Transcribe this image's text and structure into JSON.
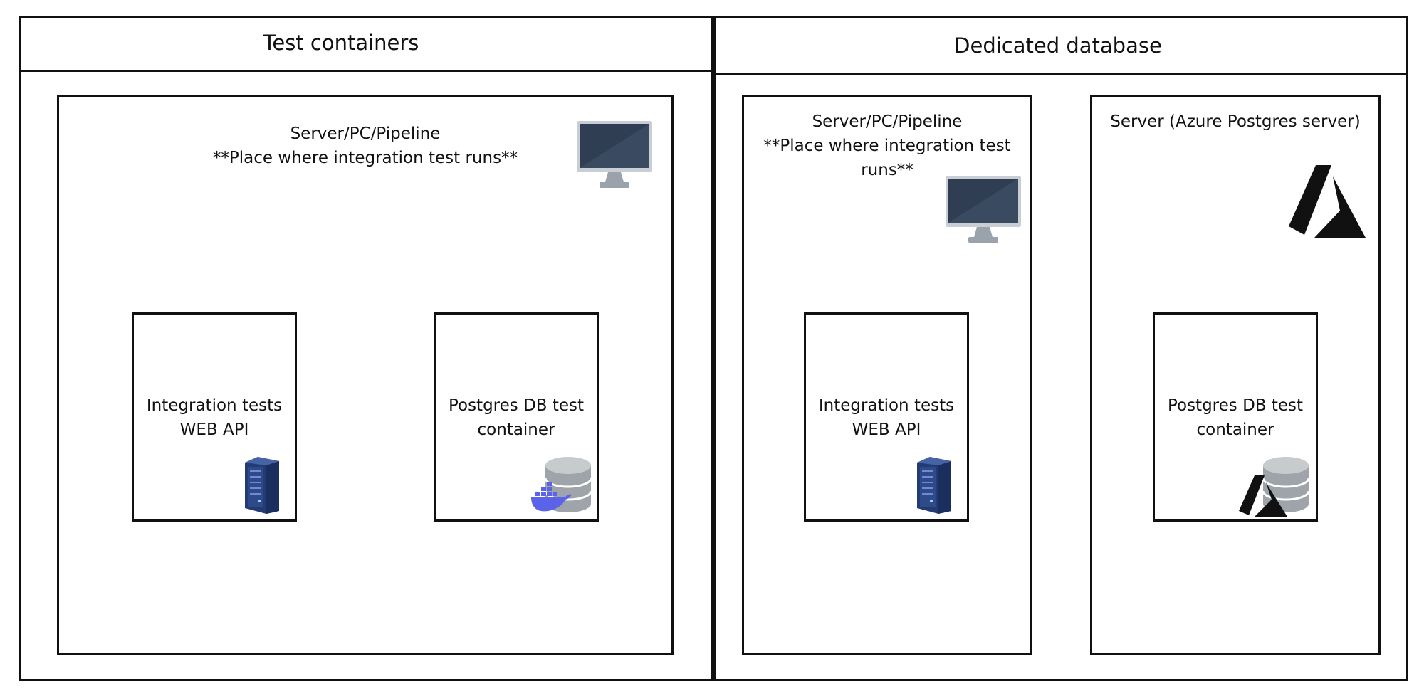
{
  "panels": {
    "left": {
      "title": "Test containers",
      "host": {
        "title_line1": "Server/PC/Pipeline",
        "title_line2": "**Place where integration test runs**",
        "icon": "monitor-icon"
      },
      "components": [
        {
          "line1": "Integration tests",
          "line2": "WEB API",
          "icon": "server-rack-icon"
        },
        {
          "line1": "Postgres DB test",
          "line2": "container",
          "icon": "docker-database-icon"
        }
      ]
    },
    "right": {
      "title": "Dedicated database",
      "host": {
        "title_line1": "Server/PC/Pipeline",
        "title_line2": "**Place where integration test",
        "title_line3": "runs**",
        "icon": "monitor-icon"
      },
      "server": {
        "title": "Server (Azure Postgres server)",
        "icon": "azure-logo-icon"
      },
      "components": [
        {
          "line1": "Integration tests",
          "line2": "WEB API",
          "icon": "server-rack-icon"
        },
        {
          "line1": "Postgres DB test",
          "line2": "container",
          "icon": "azure-database-icon"
        }
      ]
    }
  },
  "colors": {
    "border": "#111111",
    "monitor_screen": "#2f3e52",
    "monitor_frame": "#c9ced4",
    "server_rack": "#2e4a8a",
    "database": "#b9bec2",
    "docker": "#5b63e8",
    "azure": "#111111"
  }
}
